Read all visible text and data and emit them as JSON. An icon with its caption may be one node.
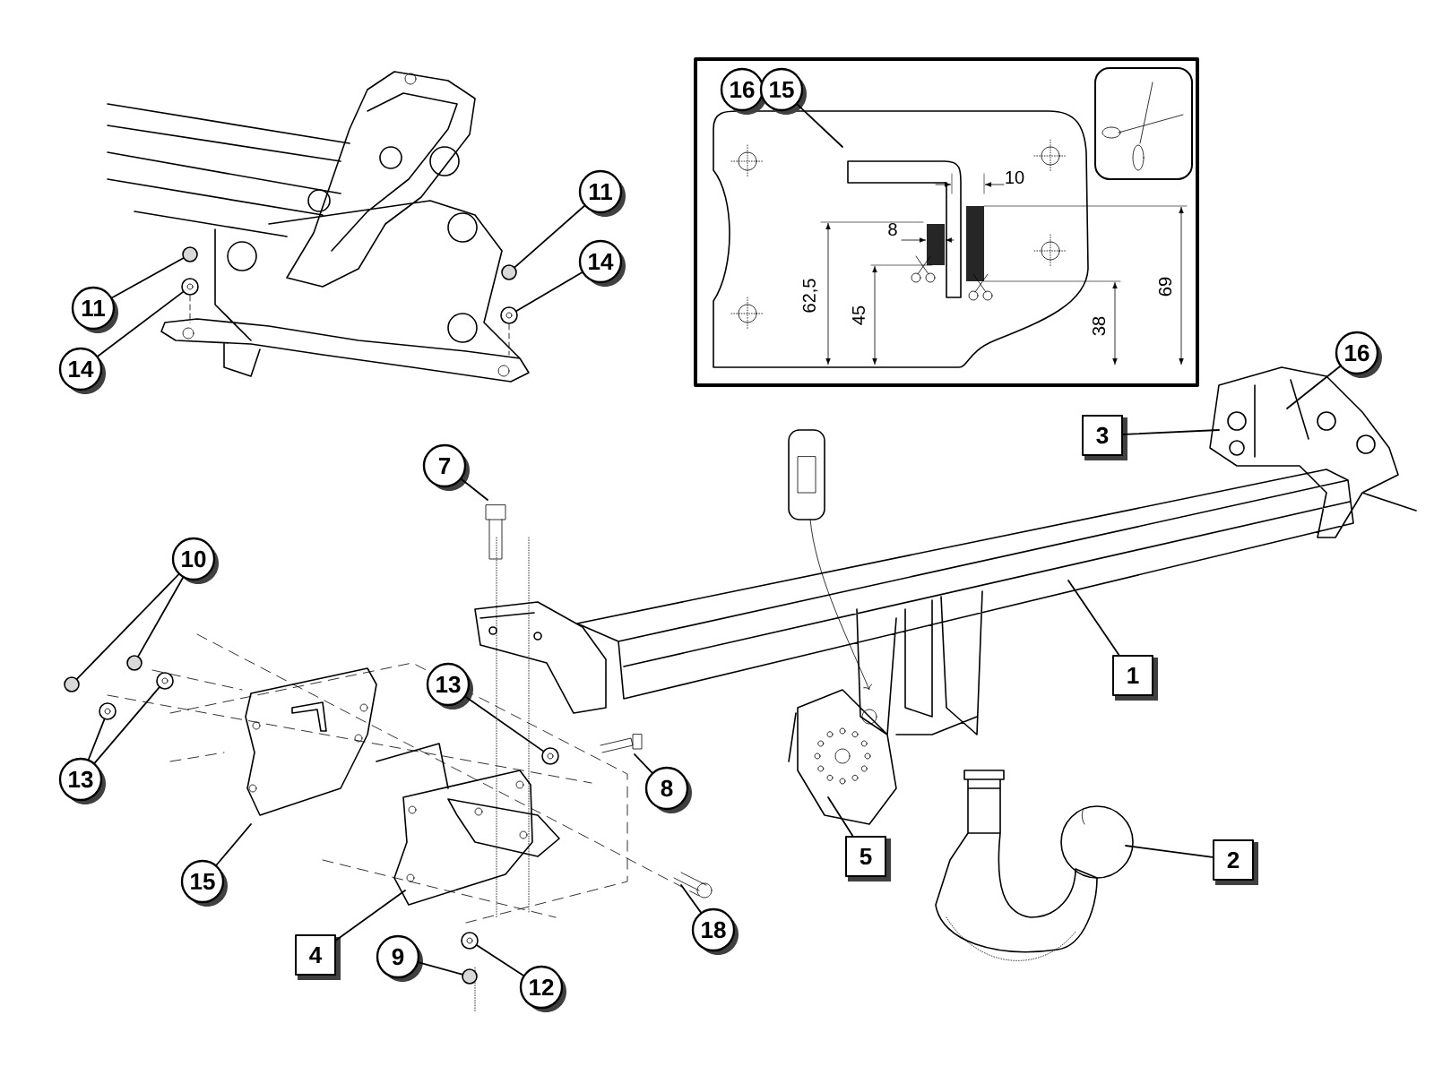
{
  "diagram": {
    "nodes": [
      {
        "text": [
          "16"
        ]
      },
      {
        "text": [
          "15"
        ]
      },
      {
        "text": [
          "11"
        ]
      },
      {
        "text": [
          "14"
        ]
      },
      {
        "text": [
          "11"
        ]
      },
      {
        "text": [
          "16"
        ]
      },
      {
        "text": [
          "14"
        ]
      },
      {
        "text": [
          "3"
        ]
      },
      {
        "text": [
          "7"
        ]
      },
      {
        "text": [
          "10"
        ]
      },
      {
        "text": [
          "1"
        ]
      },
      {
        "text": [
          "13"
        ]
      },
      {
        "text": [
          "13"
        ]
      },
      {
        "text": [
          "8"
        ]
      },
      {
        "text": [
          "5"
        ]
      },
      {
        "text": [
          "2"
        ]
      },
      {
        "text": [
          "15"
        ]
      },
      {
        "text": [
          "18"
        ]
      },
      {
        "text": [
          "4"
        ]
      },
      {
        "text": [
          "9"
        ]
      },
      {
        "text": [
          "12"
        ]
      },
      {
        "text": [],
        "shape": "circle"
      },
      {
        "text": [],
        "shape": "circle"
      },
      {
        "text": [],
        "shape": "circle"
      },
      {
        "text": [],
        "shape": "circle"
      },
      {
        "text": [],
        "shape": "circle"
      },
      {
        "text": [],
        "shape": "circle"
      },
      {
        "text": [],
        "shape": "circle"
      },
      {
        "text": [],
        "shape": "circle"
      },
      {
        "text": [],
        "shape": "circle"
      },
      {
        "text": [],
        "shape": "circle"
      },
      {
        "text": [],
        "shape": "circle"
      }
    ],
    "edges": [
      {
        "from": 1,
        "to": null,
        "arrow": "none"
      },
      {
        "from": 2,
        "to": 29,
        "arrow": "none"
      },
      {
        "from": 3,
        "to": 30,
        "arrow": "none"
      },
      {
        "from": 4,
        "to": 25,
        "arrow": "none"
      },
      {
        "from": 5,
        "to": null,
        "arrow": "none"
      },
      {
        "from": 6,
        "to": 26,
        "arrow": "none"
      },
      {
        "from": 7,
        "to": null,
        "arrow": "none"
      },
      {
        "from": 8,
        "to": null,
        "arrow": "none"
      },
      {
        "from": 9,
        "to": 21,
        "arrow": "none"
      },
      {
        "from": 9,
        "to": 23,
        "arrow": "none"
      },
      {
        "from": 10,
        "to": null,
        "arrow": "none"
      },
      {
        "from": 11,
        "to": 31,
        "arrow": "none"
      },
      {
        "from": 12,
        "to": 22,
        "arrow": "none"
      },
      {
        "from": 12,
        "to": 24,
        "arrow": "none"
      },
      {
        "from": 13,
        "to": null,
        "arrow": "none"
      },
      {
        "from": 14,
        "to": null,
        "arrow": "none"
      },
      {
        "from": 15,
        "to": null,
        "arrow": "none"
      },
      {
        "from": 16,
        "to": null,
        "arrow": "none"
      },
      {
        "from": 17,
        "to": null,
        "arrow": "none"
      },
      {
        "from": 18,
        "to": null,
        "arrow": "none"
      },
      {
        "from": 19,
        "to": 27,
        "arrow": "none"
      },
      {
        "from": 20,
        "to": 28,
        "arrow": "none"
      }
    ],
    "labels": [
      "10",
      "8",
      "62,5",
      "45",
      "38",
      "69"
    ]
  }
}
